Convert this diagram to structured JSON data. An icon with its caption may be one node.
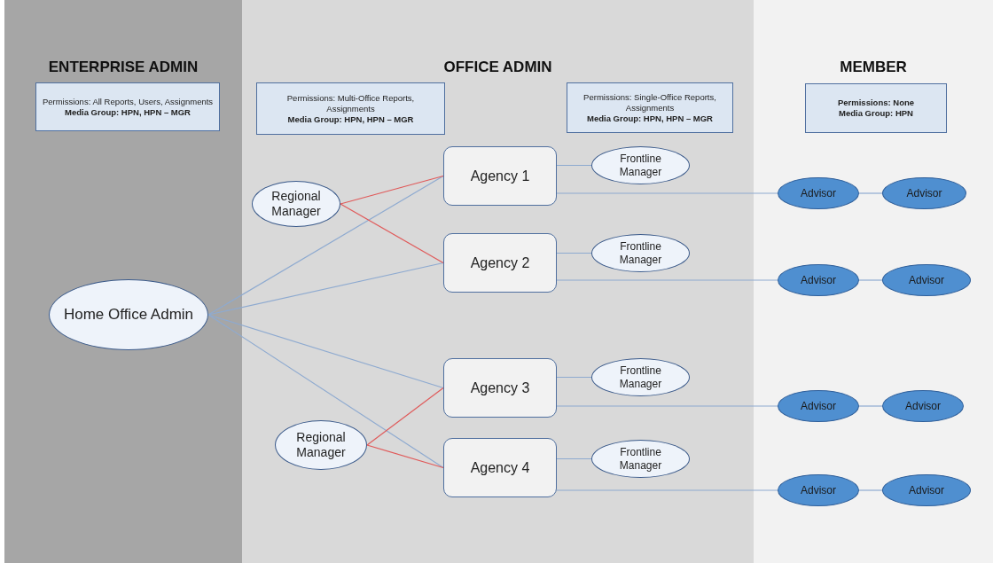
{
  "diagram": {
    "nodes": [
      {
        "text": [
          "ENTERPRISE ADMIN"
        ]
      },
      {
        "text": [
          "Permissions: All Reports, Users, Assignments",
          "Media Group: HPN, HPN – MGR"
        ],
        "in": 0
      },
      {
        "text": [
          "Home Office Admin"
        ],
        "in": 0
      },
      {
        "text": [
          "OFFICE ADMIN"
        ]
      },
      {
        "text": [
          "Permissions: Multi-Office Reports, Assignments",
          "Media Group: HPN, HPN – MGR"
        ],
        "in": 3
      },
      {
        "text": [
          "Permissions: Single-Office Reports, Assignments",
          "Media Group: HPN, HPN – MGR"
        ],
        "in": 3
      },
      {
        "text": [
          "Regional Manager"
        ],
        "in": 3
      },
      {
        "text": [
          "Regional Manager"
        ],
        "in": 3
      },
      {
        "text": [
          "Agency 1"
        ],
        "in": 3
      },
      {
        "text": [
          "Agency 2"
        ],
        "in": 3
      },
      {
        "text": [
          "Agency 3"
        ],
        "in": 3
      },
      {
        "text": [
          "Agency 4"
        ],
        "in": 3
      },
      {
        "text": [
          "Frontline Manager"
        ],
        "in": 3
      },
      {
        "text": [
          "Frontline Manager"
        ],
        "in": 3
      },
      {
        "text": [
          "Frontline Manager"
        ],
        "in": 3
      },
      {
        "text": [
          "Frontline Manager"
        ],
        "in": 3
      },
      {
        "text": [
          "MEMBER"
        ]
      },
      {
        "text": [
          "Permissions: None",
          "Media Group: HPN"
        ],
        "in": 16
      },
      {
        "text": [
          "Advisor"
        ],
        "in": 16
      },
      {
        "text": [
          "Advisor"
        ],
        "in": 16
      },
      {
        "text": [
          "Advisor"
        ],
        "in": 16
      },
      {
        "text": [
          "Advisor"
        ],
        "in": 16
      },
      {
        "text": [
          "Advisor"
        ],
        "in": 16
      },
      {
        "text": [
          "Advisor"
        ],
        "in": 16
      },
      {
        "text": [
          "Advisor"
        ],
        "in": 16
      },
      {
        "text": [
          "Advisor"
        ],
        "in": 16
      }
    ],
    "edges": [
      {
        "from": 2,
        "to": 8,
        "arrow": "none"
      },
      {
        "from": 2,
        "to": 9,
        "arrow": "none"
      },
      {
        "from": 2,
        "to": 10,
        "arrow": "none"
      },
      {
        "from": 2,
        "to": 11,
        "arrow": "none"
      },
      {
        "from": 6,
        "to": 8,
        "arrow": "none",
        "color": "#e05a5a"
      },
      {
        "from": 6,
        "to": 9,
        "arrow": "none",
        "color": "#e05a5a"
      },
      {
        "from": 7,
        "to": 10,
        "arrow": "none",
        "color": "#e05a5a"
      },
      {
        "from": 7,
        "to": 11,
        "arrow": "none",
        "color": "#e05a5a"
      },
      {
        "from": 8,
        "to": 12,
        "arrow": "none"
      },
      {
        "from": 9,
        "to": 13,
        "arrow": "none"
      },
      {
        "from": 10,
        "to": 14,
        "arrow": "none"
      },
      {
        "from": 11,
        "to": 15,
        "arrow": "none"
      },
      {
        "from": 8,
        "to": 18,
        "arrow": "none"
      },
      {
        "from": 18,
        "to": 19,
        "arrow": "none"
      },
      {
        "from": 9,
        "to": 20,
        "arrow": "none"
      },
      {
        "from": 20,
        "to": 21,
        "arrow": "none"
      },
      {
        "from": 10,
        "to": 22,
        "arrow": "none"
      },
      {
        "from": 22,
        "to": 23,
        "arrow": "none"
      },
      {
        "from": 11,
        "to": 24,
        "arrow": "none"
      },
      {
        "from": 24,
        "to": 25,
        "arrow": "none"
      }
    ]
  }
}
